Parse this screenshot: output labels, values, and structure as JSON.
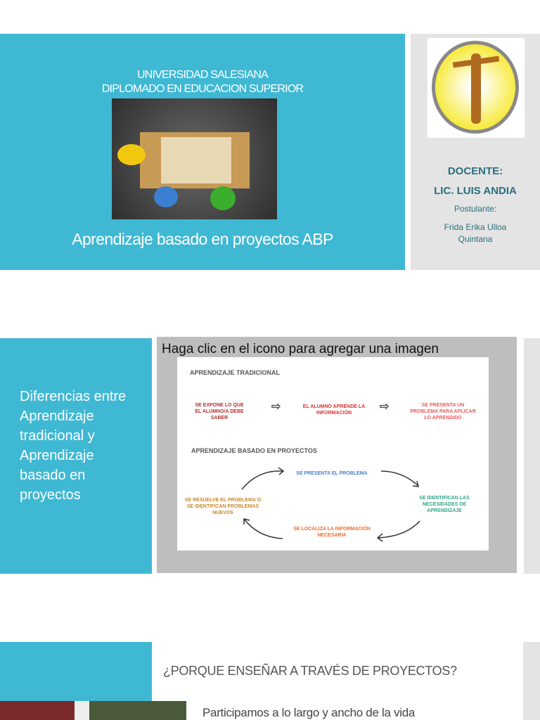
{
  "slide1": {
    "university": "UNIVERSIDAD SALESIANA",
    "program": "DIPLOMADO EN EDUCACION SUPERIOR",
    "title": "Aprendizaje basado en proyectos ABP",
    "docente_label": "DOCENTE:",
    "docente_name": "LIC. LUIS ANDIA",
    "postulante_label": "Postulante:",
    "postulante_name_1": "Frida Erika Ulloa",
    "postulante_name_2": "Quintana",
    "logo": "Universidad Salesiana de Bolivia seal"
  },
  "slide2": {
    "side_title": "Diferencias entre Aprendizaje tradicional y Aprendizaje basado en proyectos",
    "placeholder": "Haga clic en el icono para agregar una imagen",
    "diagram": {
      "traditional_title": "APRENDIZAJE TRADICIONAL",
      "trad_steps": [
        "SE EXPONE LO QUE EL ALUMNO/A DEBE SABER",
        "EL ALUMNO APRENDE LA INFORMACIÓN",
        "SE PRESENTA UN PROBLEMA PARA APLICAR LO APRENDIDO"
      ],
      "abp_title": "APRENDIZAJE BASADO EN PROYECTOS",
      "abp_steps": [
        "SE PRESENTA EL PROBLEMA",
        "SE IDENTIFICAN LAS NECESIDADES DE APRENDIZAJE",
        "SE LOCALIZA LA INFORMACIÓN NECESARIA",
        "SE RESUELVE EL PROBLEMA O SE IDENTIFICAN PROBLEMAS NUEVOS"
      ]
    }
  },
  "slide3": {
    "heading": "¿PORQUE ENSEÑAR A TRAVÉS DE PROYECTOS?",
    "body": "Participamos a lo largo y ancho de la vida"
  }
}
